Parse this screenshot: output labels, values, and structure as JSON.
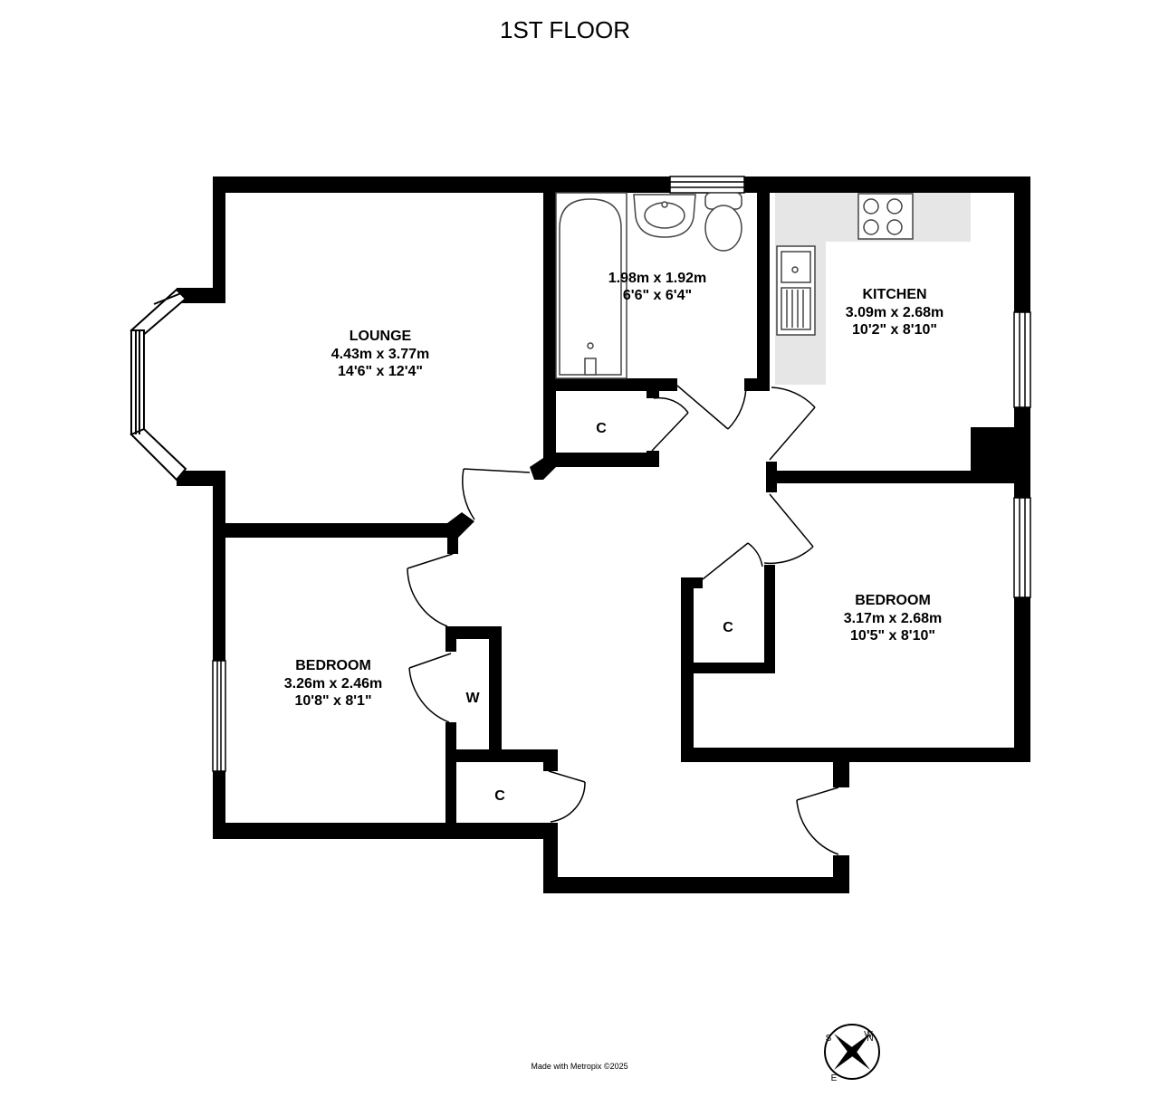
{
  "title": "1ST FLOOR",
  "rooms": {
    "lounge": {
      "name": "LOUNGE",
      "metric": "4.43m  x 3.77m",
      "imperial": "14'6\"  x 12'4\""
    },
    "bathroom": {
      "metric": "1.98m  x 1.92m",
      "imperial": "6'6\"  x 6'4\""
    },
    "kitchen": {
      "name": "KITCHEN",
      "metric": "3.09m  x 2.68m",
      "imperial": "10'2\"  x 8'10\""
    },
    "bedroom2": {
      "name": "BEDROOM",
      "metric": "3.17m  x 2.68m",
      "imperial": "10'5\"  x 8'10\""
    },
    "bedroom1": {
      "name": "BEDROOM",
      "metric": "3.26m  x 2.46m",
      "imperial": "10'8\"  x 8'1\""
    }
  },
  "cupboards": {
    "hall_top": "C",
    "bedroom2": "C",
    "hall_bottom": "C",
    "wardrobe": "W"
  },
  "credit": "Made with Metropix ©2025",
  "compass": {
    "n": "N",
    "e": "E",
    "s": "S",
    "w": "W"
  },
  "colors": {
    "wall": "#000000",
    "worktop": "#e6e6e6",
    "fixture_stroke": "#444444"
  }
}
